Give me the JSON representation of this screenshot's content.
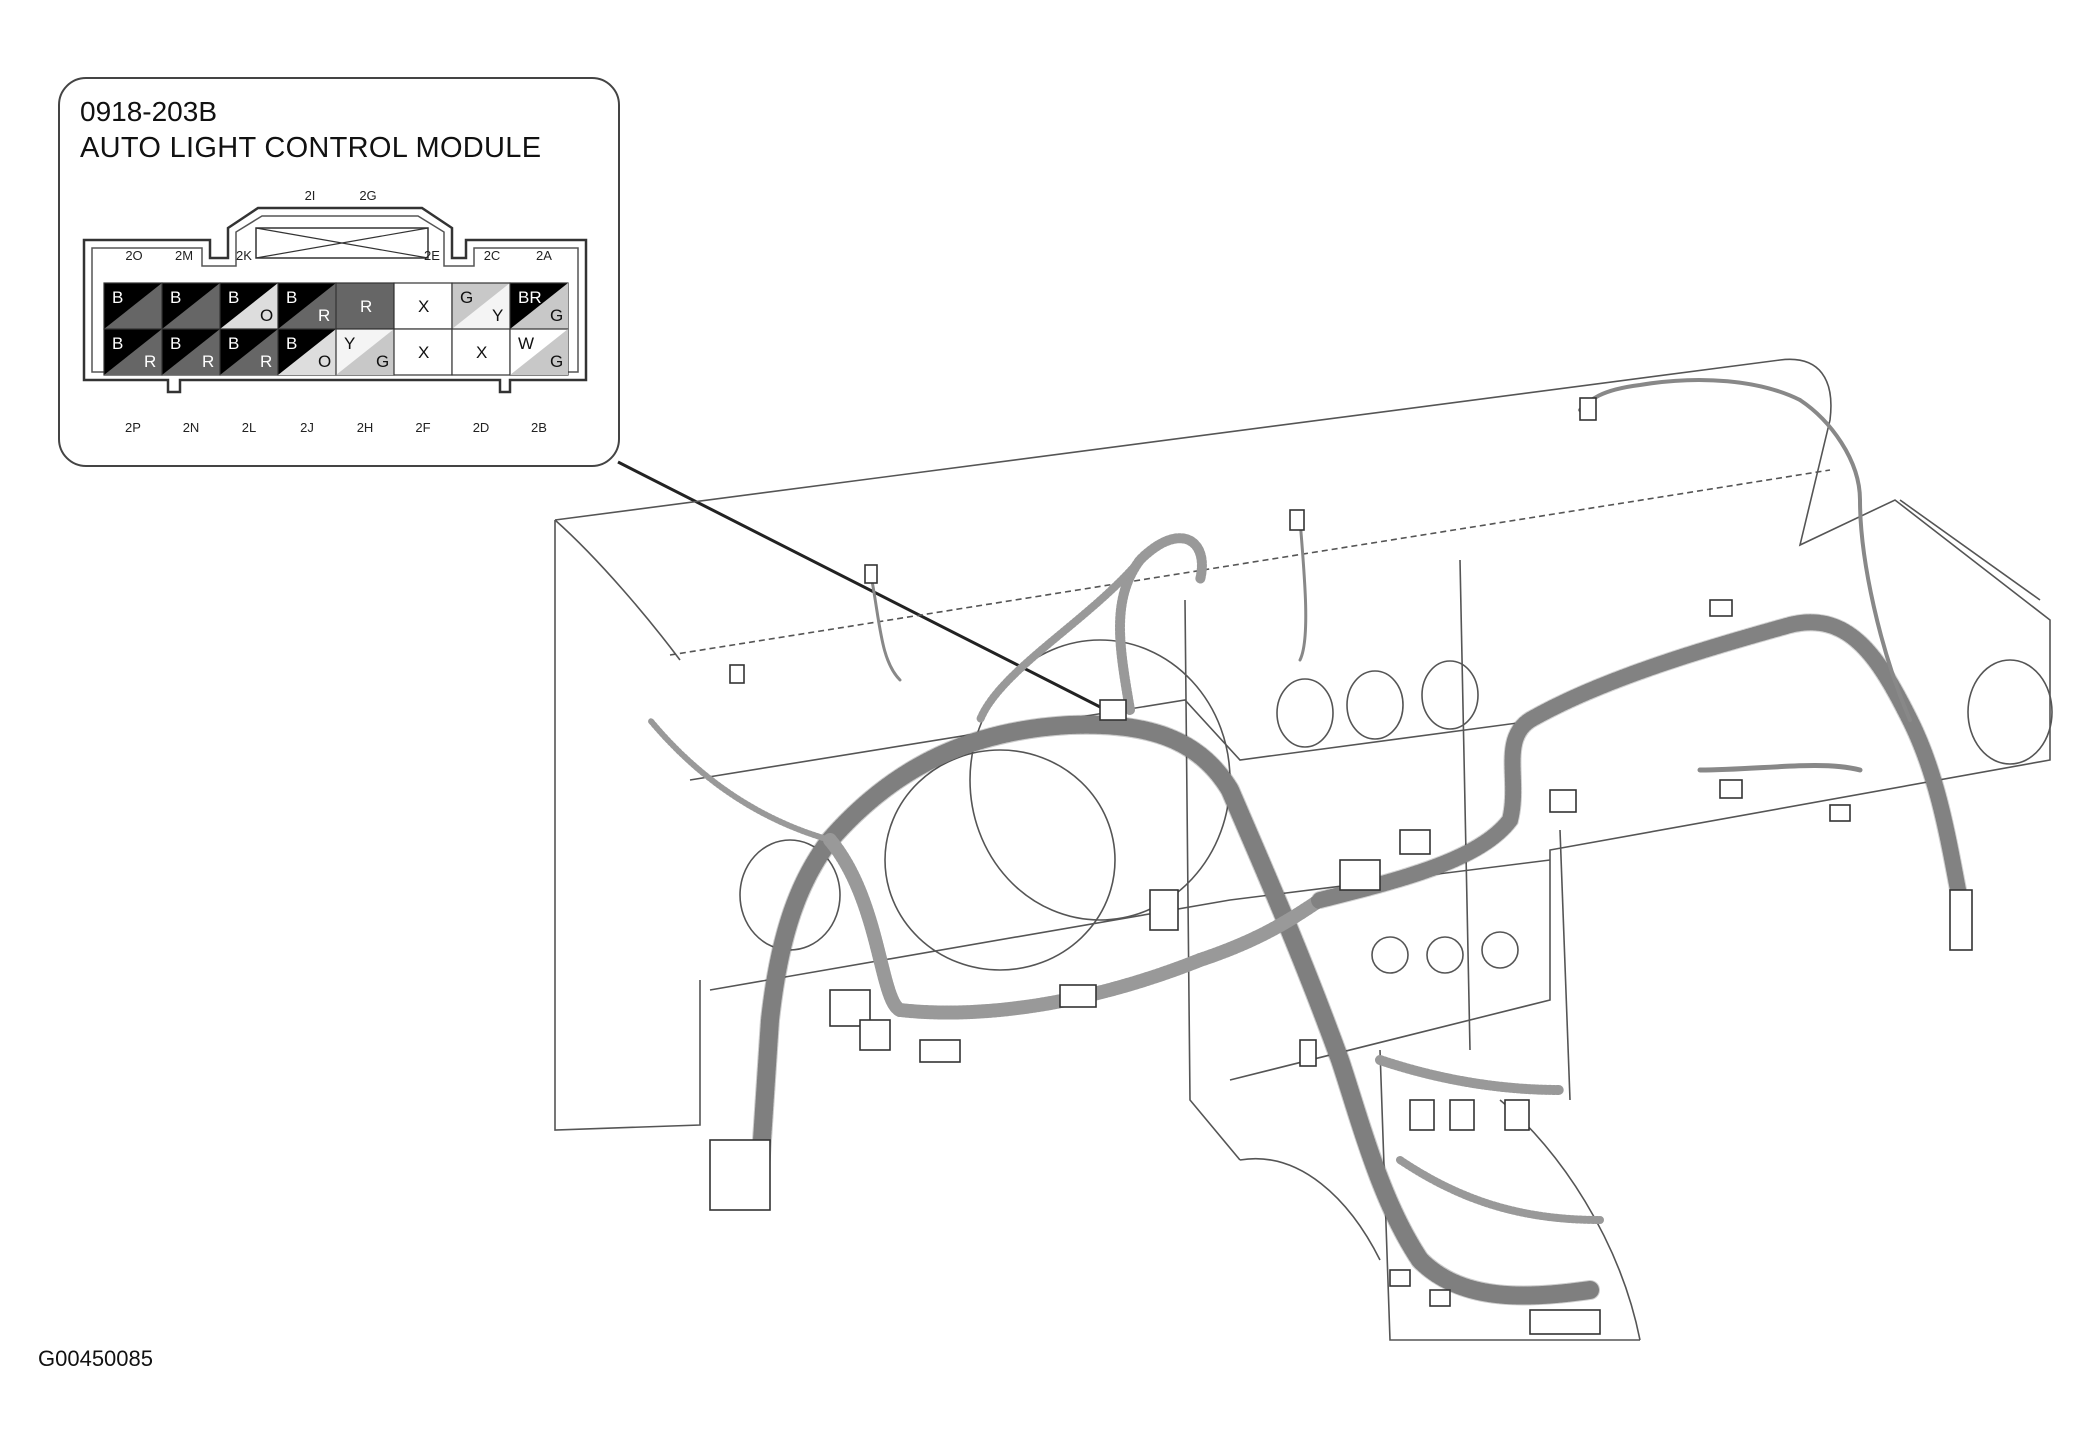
{
  "connector": {
    "part_number": "0918-203B",
    "title": "AUTO LIGHT CONTROL MODULE",
    "top_labels": [
      "2I",
      "2G"
    ],
    "upper_labels": [
      "2O",
      "2M",
      "2K",
      "2E",
      "2C",
      "2A"
    ],
    "bottom_labels": [
      "2P",
      "2N",
      "2L",
      "2J",
      "2H",
      "2F",
      "2D",
      "2B"
    ],
    "row1": [
      {
        "a": "B",
        "b": "",
        "fill": "#000000",
        "split": "#666666"
      },
      {
        "a": "B",
        "b": "",
        "fill": "#000000",
        "split": "#666666"
      },
      {
        "a": "B",
        "b": "O",
        "fill": "#000000",
        "split": "#dddddd"
      },
      {
        "a": "B",
        "b": "R",
        "fill": "#000000",
        "split": "#666666"
      },
      {
        "a": "",
        "b": "R",
        "fill": "#666666",
        "split": "#666666"
      },
      {
        "a": "",
        "b": "X",
        "fill": "#ffffff",
        "split": "#ffffff"
      },
      {
        "a": "G",
        "b": "Y",
        "fill": "#c8c8c8",
        "split": "#f4f4f4"
      },
      {
        "a": "BR",
        "b": "G",
        "fill": "#000000",
        "split": "#c8c8c8"
      }
    ],
    "row2": [
      {
        "a": "B",
        "b": "R",
        "fill": "#000000",
        "split": "#666666"
      },
      {
        "a": "B",
        "b": "R",
        "fill": "#000000",
        "split": "#666666"
      },
      {
        "a": "B",
        "b": "R",
        "fill": "#000000",
        "split": "#666666"
      },
      {
        "a": "B",
        "b": "O",
        "fill": "#000000",
        "split": "#dddddd"
      },
      {
        "a": "Y",
        "b": "G",
        "fill": "#f4f4f4",
        "split": "#c8c8c8"
      },
      {
        "a": "",
        "b": "X",
        "fill": "#ffffff",
        "split": "#ffffff"
      },
      {
        "a": "",
        "b": "X",
        "fill": "#ffffff",
        "split": "#ffffff"
      },
      {
        "a": "W",
        "b": "G",
        "fill": "#ffffff",
        "split": "#c8c8c8"
      }
    ]
  },
  "figure_id": "G00450085"
}
